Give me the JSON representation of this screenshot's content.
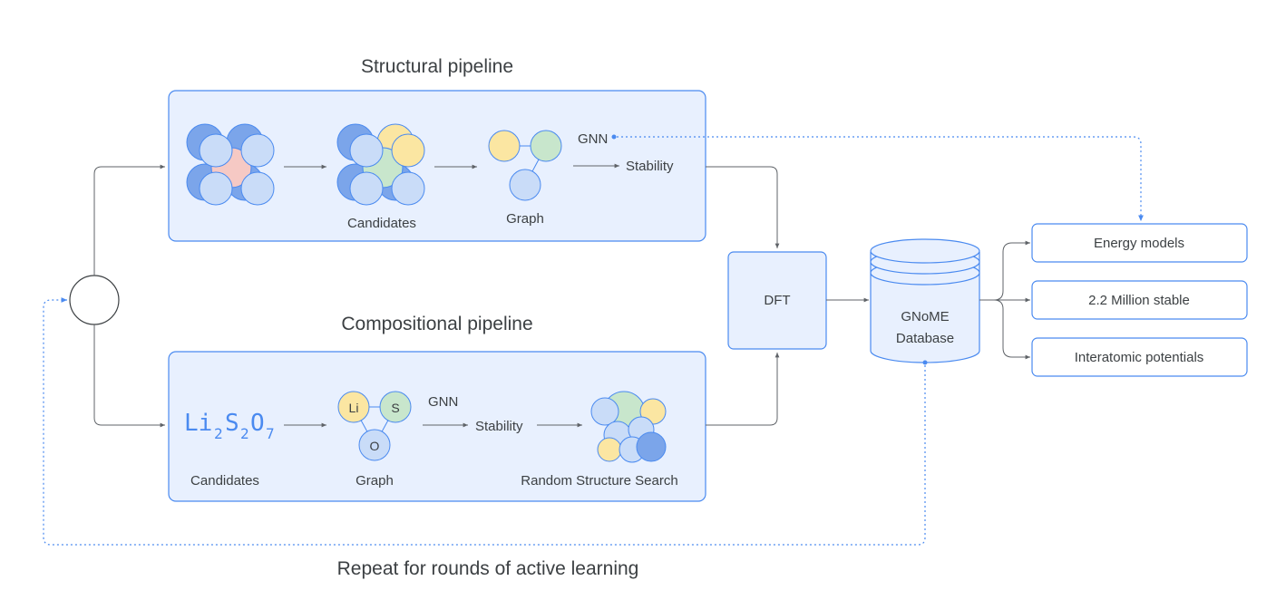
{
  "structural": {
    "title": "Structural pipeline",
    "candidates_label": "Candidates",
    "graph_label": "Graph",
    "gnn_label": "GNN",
    "stability_label": "Stability"
  },
  "compositional": {
    "title": "Compositional pipeline",
    "formula": [
      "Li",
      "2",
      "S",
      "2",
      "O",
      "7"
    ],
    "candidates_label": "Candidates",
    "graph_label": "Graph",
    "node_labels": [
      "Li",
      "S",
      "O"
    ],
    "gnn_label": "GNN",
    "stability_label": "Stability",
    "search_label": "Random Structure Search"
  },
  "dft_label": "DFT",
  "database": {
    "line1": "GNoME",
    "line2": "Database"
  },
  "outputs": [
    "Energy models",
    "2.2 Million stable",
    "Interatomic potentials"
  ],
  "loop_label": "Repeat for rounds of active learning",
  "colors": {
    "panel_fill": "#e8f0fe",
    "panel_stroke": "#4a8af0",
    "atom_blue_dark": "#7ba5ea",
    "atom_blue_light": "#c9dcf8",
    "atom_pink": "#f6c9c4",
    "atom_yellow": "#fbe6a2",
    "atom_green": "#c8e6cc",
    "dotted_line": "#4a8af0"
  }
}
